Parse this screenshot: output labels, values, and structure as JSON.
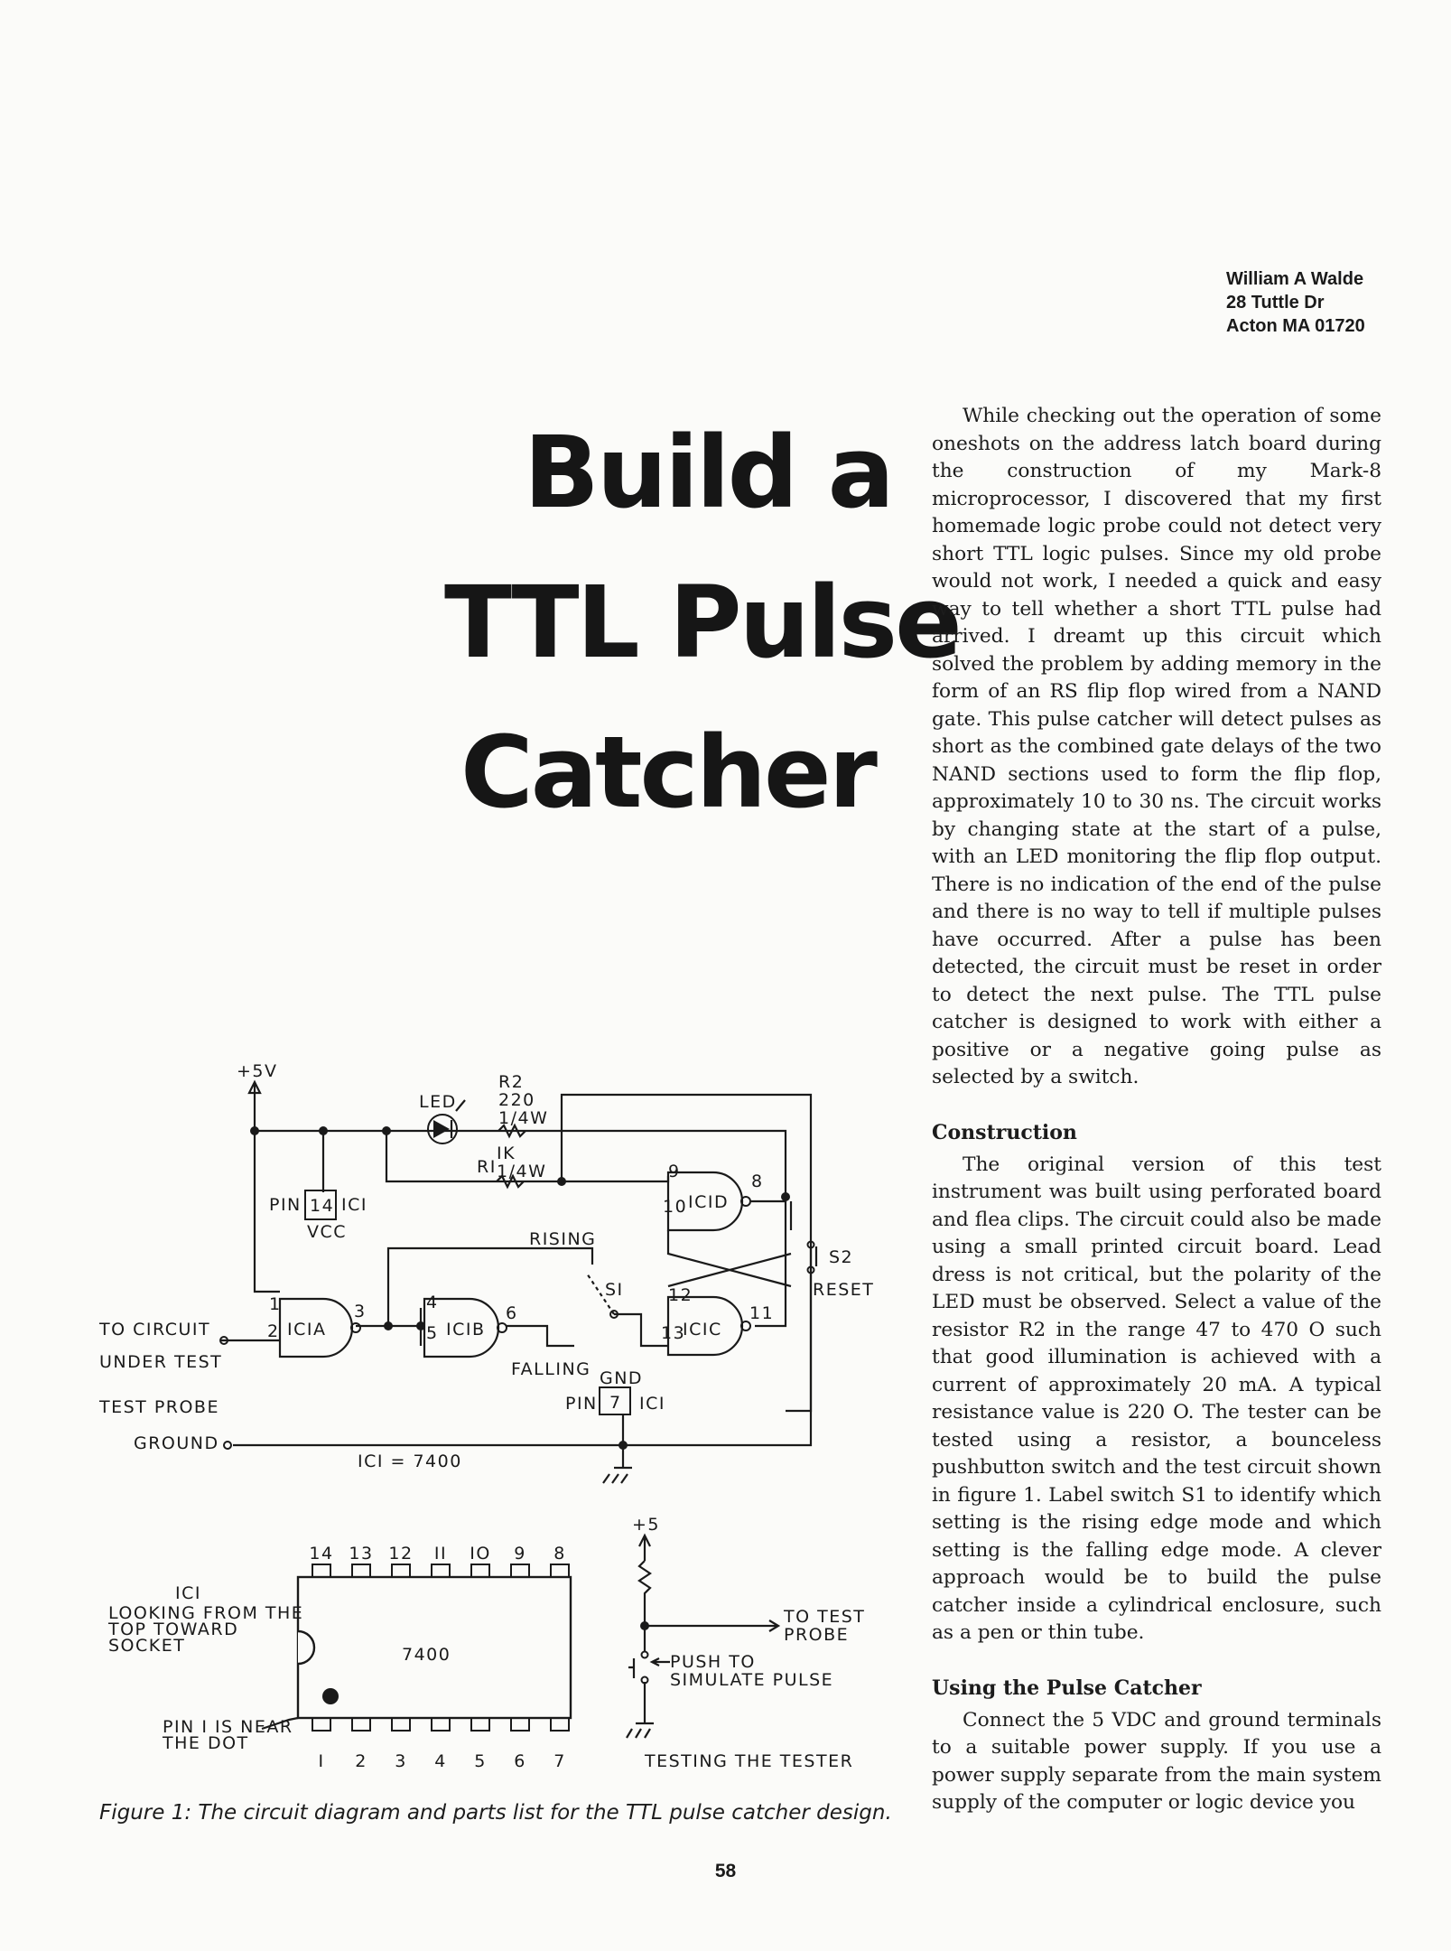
{
  "author": {
    "name": "William A Walde",
    "street": "28 Tuttle Dr",
    "city": "Acton MA 01720"
  },
  "title": [
    "Build a",
    "TTL Pulse",
    "Catcher"
  ],
  "intro": "While checking out the operation of some oneshots on the address latch board during the construction of my Mark-8 microprocessor, I discovered that my first homemade logic probe could not detect very short TTL logic pulses. Since my old probe would not work, I needed a quick and easy way to tell whether a short TTL pulse had arrived. I dreamt up this circuit which solved the problem by adding memory in the form of an RS flip flop wired from a NAND gate. This pulse catcher will detect pulses as short as the combined gate delays of the two NAND sections used to form the flip flop, approximately 10 to 30 ns. The circuit works by changing state at the start of a pulse, with an LED monitoring the flip flop output. There is no indication of the end of the pulse and there is no way to tell if multiple pulses have occurred. After a pulse has been detected, the circuit must be reset in order to detect the next pulse. The TTL pulse catcher is designed to work with either a positive or a negative going pulse as selected by a switch.",
  "sections": [
    {
      "heading": "Construction",
      "text": "The original version of this test instrument was built using perforated board and flea clips. The circuit could also be made using a small printed circuit board. Lead dress is not critical, but the polarity of the LED must be observed. Select a value of the resistor R2 in the range 47 to 470 O such that good illumination is achieved with a current of approximately 20 mA. A typical resistance value is 220 O. The tester can be tested using a resistor, a bounceless pushbutton switch and the test circuit shown in figure 1. Label switch S1 to identify which setting is the rising edge mode and which setting is the falling edge mode. A clever approach would be to build the pulse catcher inside a cylindrical enclosure, such as a pen or thin tube."
    },
    {
      "heading": "Using the Pulse Catcher",
      "text": "Connect the 5 VDC and ground terminals to a suitable power supply. If you use a power supply separate from the main system supply of the computer or logic device you"
    }
  ],
  "figure": {
    "caption": "Figure 1: The circuit diagram and parts list for the TTL pulse catcher design.",
    "labels": {
      "plus5v": "+5V",
      "led": "LED",
      "r2": "R2",
      "r2_value": "220",
      "r2_watt": "1/4W",
      "r1": "RI",
      "r1_value": "IK",
      "r1_watt": "1/4W",
      "pin_word": "PIN",
      "pin14": "14",
      "ic1": "ICI",
      "vcc": "VCC",
      "rising": "RISING",
      "falling": "FALLING",
      "s1": "SI",
      "s2": "S2",
      "reset": "RESET",
      "icla": "ICIA",
      "iclb": "ICIB",
      "iclc": "ICIC",
      "icld": "ICID",
      "to_circuit": "TO CIRCUIT",
      "under_test": "UNDER TEST",
      "test_probe": "TEST PROBE",
      "ground": "GROUND",
      "gnd": "GND",
      "pin7": "7",
      "ic1_eq": "ICI = 7400",
      "pin_numbers": {
        "p1": "1",
        "p2": "2",
        "p3": "3",
        "p4": "4",
        "p5": "5",
        "p6": "6",
        "p8": "8",
        "p9": "9",
        "p10": "10",
        "p11": "11",
        "p12": "12",
        "p13": "13"
      }
    },
    "package": {
      "ic_label": "ICI",
      "looking": "LOOKING FROM THE",
      "top_toward": "TOP TOWARD",
      "socket": "SOCKET",
      "chip": "7400",
      "pin_note_1": "PIN I IS NEAR",
      "pin_note_2": "THE DOT",
      "top_pins": [
        "14",
        "13",
        "12",
        "II",
        "IO",
        "9",
        "8"
      ],
      "bottom_pins": [
        "I",
        "2",
        "3",
        "4",
        "5",
        "6",
        "7"
      ]
    },
    "tester": {
      "plus5": "+5",
      "to_test": "TO TEST",
      "probe": "PROBE",
      "push_to": "PUSH TO",
      "simulate": "SIMULATE PULSE",
      "title": "TESTING THE TESTER"
    }
  },
  "page_number": "58"
}
